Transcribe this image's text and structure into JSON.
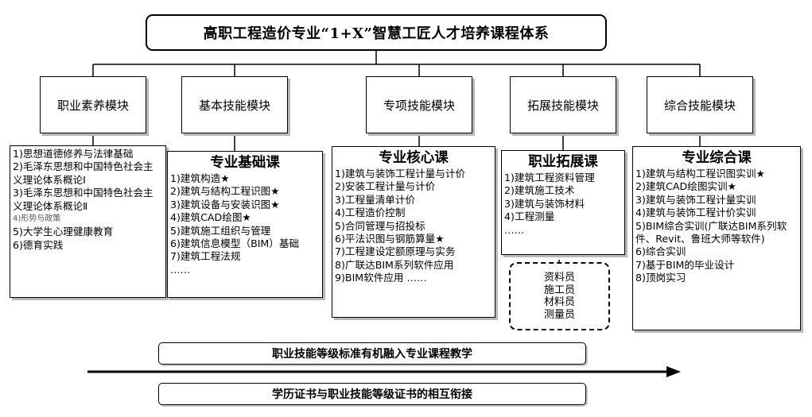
{
  "title": "高职工程造价专业“1+X”智慧工匠人才培养课程体系",
  "modules": [
    {
      "label": "职业素养模块"
    },
    {
      "label": "基本技能模块"
    },
    {
      "label": "专项技能模块"
    },
    {
      "label": "拓展技能模块"
    },
    {
      "label": "综合技能模块"
    }
  ],
  "course_boxes": [
    {
      "title": "",
      "items": [
        "1)思想道德修养与法律基础",
        "2)毛泽东思想和中国特色社会主义理论体系概论Ⅰ",
        "3)毛泽东思想和中国特色社会主义理论体系概论Ⅱ",
        "4)形势与政策",
        "5)大学生心理健康教育",
        "6)德育实践"
      ]
    },
    {
      "title": "专业基础课",
      "items": [
        "1)建筑构造★",
        "2)建筑与结构工程识图★",
        "3)建筑设备与安装识图★",
        "4)建筑CAD绘图★",
        "5)建筑施工组织与管理",
        "6)建筑信息模型（BIM）基础",
        "7)建筑工程法规",
        "……"
      ]
    },
    {
      "title": "专业核心课",
      "items": [
        "1)建筑与装饰工程计量与计价",
        "2)安装工程计量与计价",
        "3)工程量清单计价",
        "4)工程造价控制",
        "5)合同管理与招投标",
        "6)平法识图与钢筋算量★",
        "7)工程建设定额原理与实务",
        "8)广联达BIM系列软件应用",
        "9)BIM软件应用 ……"
      ]
    },
    {
      "title": "职业拓展课",
      "items": [
        "1)建筑工程资料管理",
        "2)建筑施工技术",
        "3)建筑与装饰材料",
        "4)工程测量",
        "……"
      ]
    },
    {
      "title": "专业综合课",
      "items": [
        "1)建筑与结构工程识图实训★",
        "2)建筑CAD绘图实训★",
        "3)建筑与装饰工程计量实训",
        "4)建筑与装饰工程计价实训",
        "5)BIM综合实训(广联达BIM系列软件、Revit、鲁班大师等软件)",
        "6)综合实训",
        "7)基于BIM的毕业设计",
        "8)顶岗实习"
      ]
    }
  ],
  "roles": [
    "资料员",
    "施工员",
    "材料员",
    "测量员"
  ],
  "bottom_bars": [
    "职业技能等级标准有机融入专业课程教学",
    "学历证书与职业技能等级证书的相互衔接"
  ]
}
